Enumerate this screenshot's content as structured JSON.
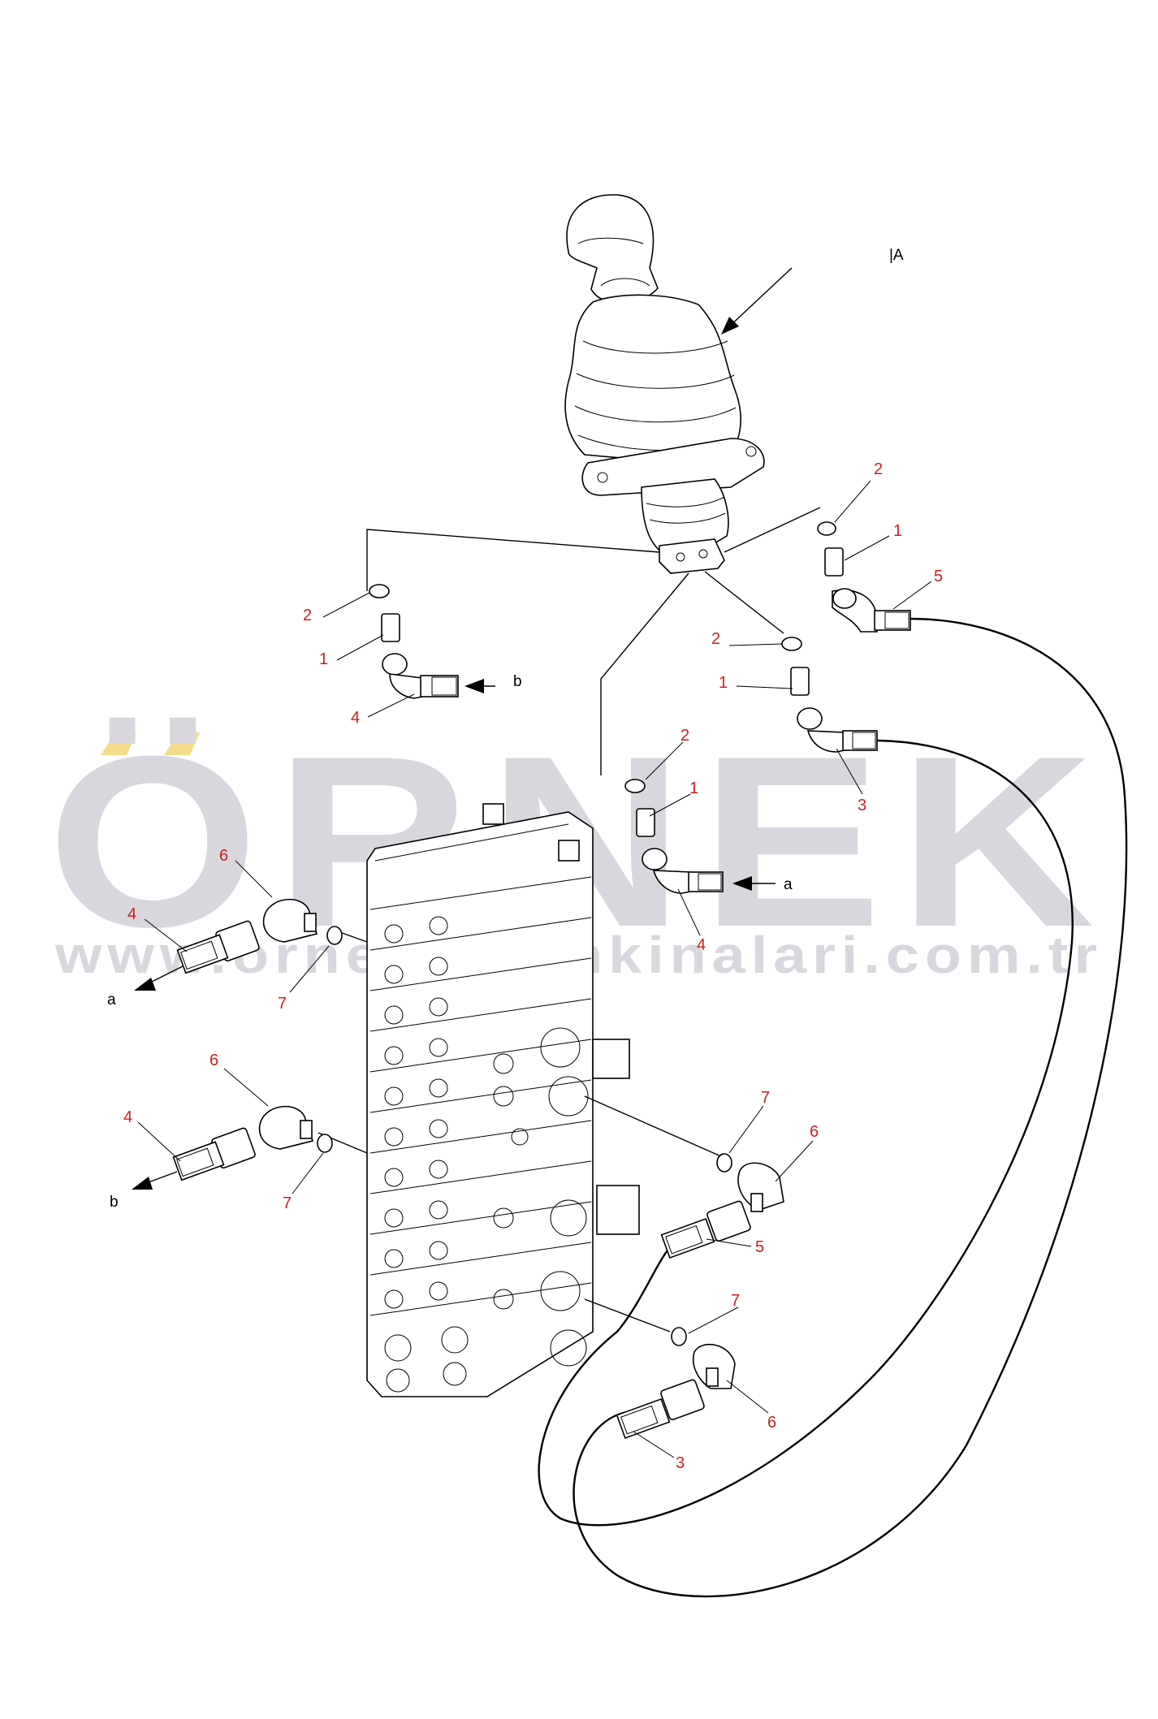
{
  "watermark": {
    "brand": "ÖRNEK",
    "url": "www.ornekiskonkinalari.com.tr",
    "accent_color": "#f5dc8a",
    "text_color": "#d9d6dd"
  },
  "view_label": "|A",
  "callouts": {
    "c_2_top_right": "2",
    "c_1_top_right": "1",
    "c_5_top_right": "5",
    "c_2_left": "2",
    "c_1_left": "1",
    "c_4_left": "4",
    "c_2_mid": "2",
    "c_1_mid": "1",
    "c_3_mid": "3",
    "c_2_center": "2",
    "c_1_center": "1",
    "c_4_center": "4",
    "c_6_upper_left": "6",
    "c_4_upper_left": "4",
    "c_7_upper_left": "7",
    "c_6_lower_left": "6",
    "c_4_lower_left": "4",
    "c_7_lower_left": "7",
    "c_7_right_upper": "7",
    "c_6_right_upper": "6",
    "c_5_right": "5",
    "c_7_right_lower": "7",
    "c_6_right_lower": "6",
    "c_3_bottom": "3"
  },
  "flow_labels": {
    "b_top": "b",
    "a_center": "a",
    "a_left": "a",
    "b_left": "b"
  }
}
